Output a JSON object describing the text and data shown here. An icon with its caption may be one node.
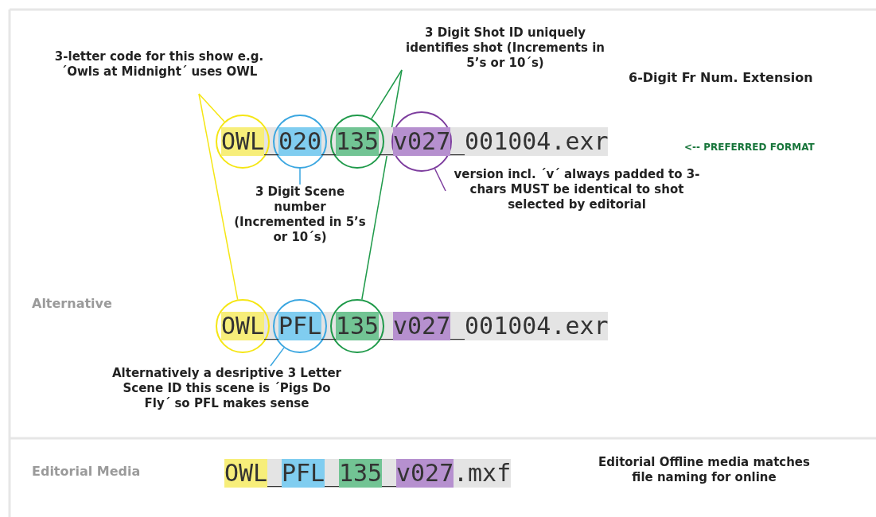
{
  "diagram": {
    "nodes": [
      {
        "text": [
          "3-letter code for this show e.g. ´Owls at Midnight´ uses OWL"
        ]
      },
      {
        "text": [
          "3 Digit Shot ID uniquely identifies shot (Increments in 5’s or 10´s)"
        ]
      },
      {
        "text": [
          "OWL"
        ]
      },
      {
        "text": [
          "020"
        ]
      },
      {
        "text": [
          "135"
        ]
      },
      {
        "text": [
          "v027"
        ]
      },
      {
        "text": [
          "version incl. ´v´ always padded to 3-chars MUST be identical to shot selected by editorial"
        ]
      },
      {
        "text": [
          "3 Digit Scene number (Incremented in 5’s or 10´s)"
        ]
      },
      {
        "text": [
          "OWL"
        ]
      },
      {
        "text": [
          "PFL"
        ]
      },
      {
        "text": [
          "135"
        ]
      },
      {
        "text": [
          "Alternatively a desriptive 3 Letter Scene ID this scene is ´Pigs Do Fly´ so PFL makes sense"
        ]
      }
    ],
    "edges": [
      {
        "from": 0,
        "to": 2,
        "arrow": "none",
        "color": "#f5e614"
      },
      {
        "from": 0,
        "to": 8,
        "arrow": "none",
        "color": "#f5e614"
      },
      {
        "from": 1,
        "to": 4,
        "arrow": "none",
        "color": "#1f9a4a"
      },
      {
        "from": 1,
        "to": 10,
        "arrow": "none",
        "color": "#1f9a4a"
      },
      {
        "from": 3,
        "to": 7,
        "arrow": "none",
        "color": "#3aa6e0"
      },
      {
        "from": 5,
        "to": 6,
        "arrow": "none",
        "color": "#7d3d9e"
      },
      {
        "from": 9,
        "to": 11,
        "arrow": "none",
        "color": "#3aa6e0"
      }
    ],
    "labels": [
      "6-Digit Fr Num. Extension",
      "_",
      "_",
      "_",
      "_001004.exr",
      "<-- PREFERRED FORMAT",
      "Alternative",
      "_",
      "_",
      "_",
      "v027",
      "_001004.exr",
      "Editorial Media",
      "OWL",
      "_",
      "PFL",
      "_",
      "135",
      "_",
      "v027",
      ".mxf",
      "Editorial Offline media matches file naming for online"
    ]
  }
}
